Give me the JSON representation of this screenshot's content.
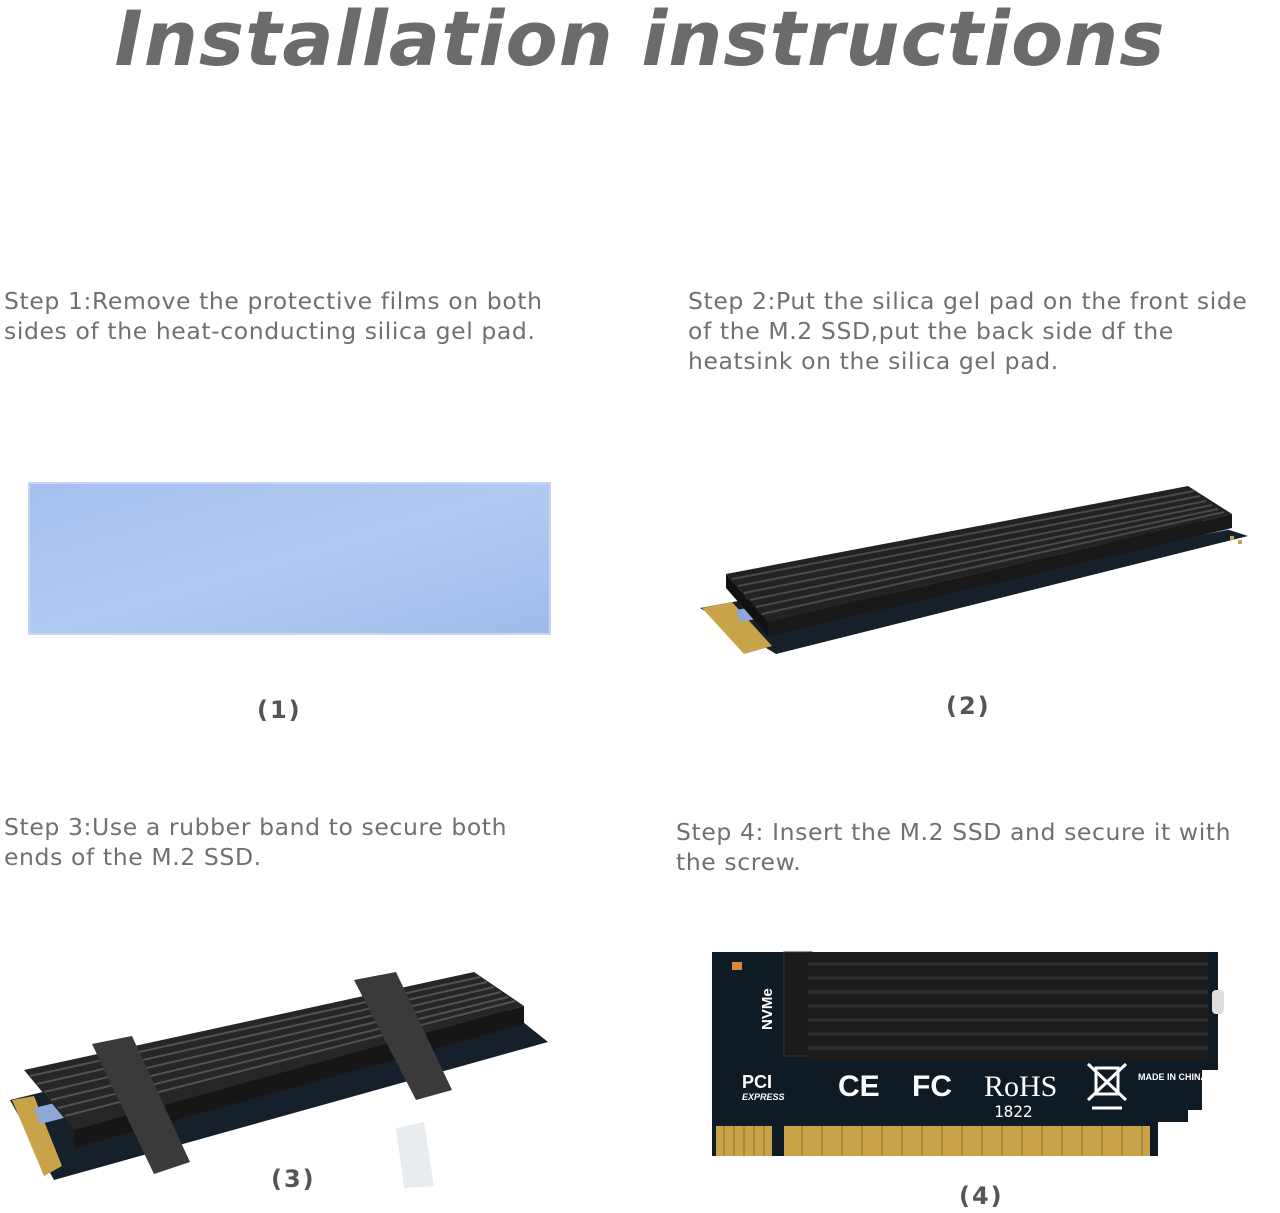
{
  "title": "Installation instructions",
  "steps": [
    {
      "lines": [
        "Step 1:Remove the protective films on both",
        "sides of the heat-conducting silica gel pad."
      ],
      "caption": "(1)"
    },
    {
      "lines": [
        "Step 2:Put the silica gel pad on the front side",
        "of the M.2 SSD,put the back side df the",
        "heatsink on the silica gel pad."
      ],
      "caption": "(2)"
    },
    {
      "lines": [
        "Step 3:Use a rubber band to secure both",
        "ends of the M.2 SSD."
      ],
      "caption": "(3)"
    },
    {
      "lines": [
        "Step 4: Insert the M.2 SSD and secure it with",
        "the screw."
      ],
      "caption": "(4)"
    }
  ],
  "card": {
    "nvme": "NVMe",
    "pci": "PCI",
    "express": "EXPRESS",
    "ce": "CE",
    "fc": "FC",
    "rohs": "RoHS",
    "rohs_code": "1822",
    "made_in": "MADE IN CHINA"
  },
  "colors": {
    "pad": "#a9c4ee",
    "heatsink": "#1e1e1e",
    "pcb": "#0f1a24",
    "gold": "#c9a34a"
  }
}
